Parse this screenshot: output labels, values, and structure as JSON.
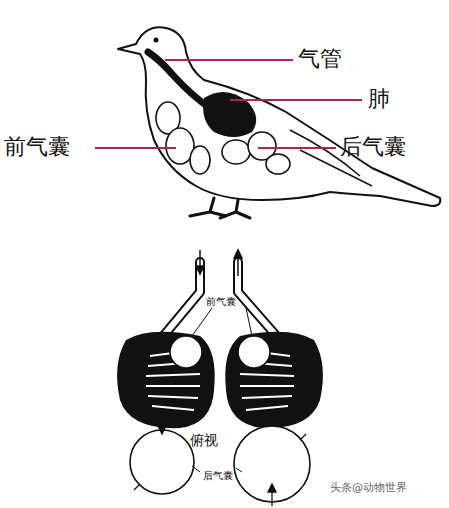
{
  "diagram": {
    "labels": [
      "气管",
      "肺",
      "前气囊",
      "后气囊",
      "前气囊",
      "俯视",
      "后气囊",
      "头条@动物世界"
    ]
  }
}
